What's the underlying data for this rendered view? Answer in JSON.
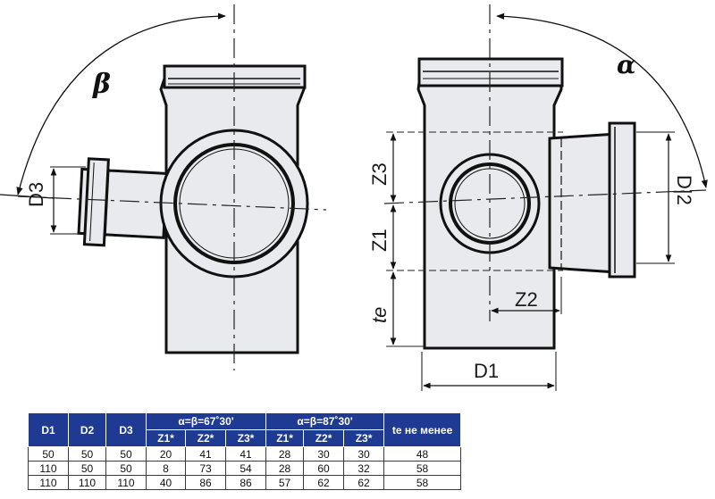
{
  "drawing": {
    "left_view": {
      "angle_label": "β",
      "dim_d3": "D3"
    },
    "right_view": {
      "angle_label": "α",
      "dim_z3": "Z3",
      "dim_z1": "Z1",
      "dim_te": "te",
      "dim_z2": "Z2",
      "dim_d2": "D|2",
      "dim_d1": "D1"
    }
  },
  "table": {
    "headers": {
      "d1": "D1",
      "d2": "D2",
      "d3": "D3",
      "group_a": "α=β=67˚30'",
      "group_b": "α=β=87˚30'",
      "te": "te не менее",
      "sub": [
        "Z1*",
        "Z2*",
        "Z3*",
        "Z1*",
        "Z2*",
        "Z3*"
      ]
    },
    "rows": [
      [
        "50",
        "50",
        "50",
        "20",
        "41",
        "41",
        "28",
        "30",
        "30",
        "48"
      ],
      [
        "110",
        "50",
        "50",
        "8",
        "73",
        "54",
        "28",
        "60",
        "32",
        "58"
      ],
      [
        "110",
        "110",
        "110",
        "40",
        "86",
        "86",
        "57",
        "62",
        "62",
        "58"
      ]
    ]
  }
}
